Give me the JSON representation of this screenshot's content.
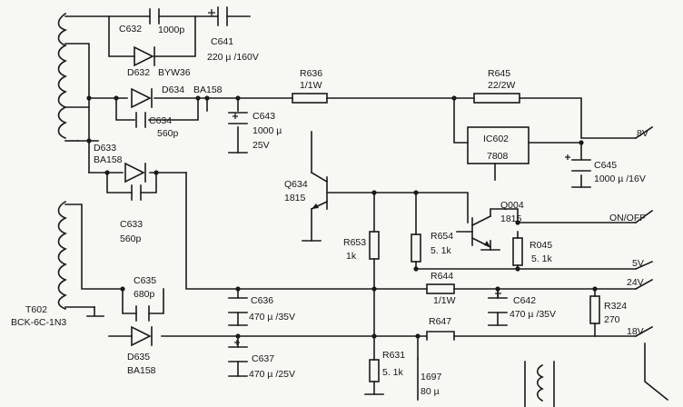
{
  "components": {
    "c632": {
      "ref": "C632",
      "value": "1000p"
    },
    "c641": {
      "ref": "C641",
      "value": "220 µ /160V"
    },
    "d632": {
      "ref": "D632",
      "value": "BYW36"
    },
    "d634": {
      "ref": "D634",
      "value": "BA158"
    },
    "c634": {
      "ref": "C634",
      "value": "560p"
    },
    "d633": {
      "ref": "D633",
      "value": "BA158"
    },
    "c633": {
      "ref": "C633",
      "value": "560p"
    },
    "r636": {
      "ref": "R636",
      "value": "1/1W"
    },
    "c643": {
      "ref": "C643",
      "value": "1000 µ",
      "voltage": "25V"
    },
    "r645": {
      "ref": "R645",
      "value": "22/2W"
    },
    "ic602": {
      "ref": "IC602",
      "value": "7808"
    },
    "c645": {
      "ref": "C645",
      "value": "1000 µ /16V"
    },
    "q634": {
      "ref": "Q634",
      "value": "1815"
    },
    "q004": {
      "ref": "Q004",
      "value": "1815"
    },
    "r653": {
      "ref": "R653",
      "value": "1k"
    },
    "r654": {
      "ref": "R654",
      "value": "5. 1k"
    },
    "r045": {
      "ref": "R045",
      "value": "5. 1k"
    },
    "r644": {
      "ref": "R644",
      "value": "1/1W"
    },
    "c642": {
      "ref": "C642",
      "value": "470 µ /35V"
    },
    "r324": {
      "ref": "R324",
      "value": "270"
    },
    "c635": {
      "ref": "C635",
      "value": "680p"
    },
    "c636": {
      "ref": "C636",
      "value": "470 µ /35V"
    },
    "r647": {
      "ref": "R647"
    },
    "d635": {
      "ref": "D635",
      "value": "BA158"
    },
    "c637": {
      "ref": "C637",
      "value": "470 µ /25V"
    },
    "r631": {
      "ref": "R631",
      "value": "5. 1k"
    },
    "l697": {
      "ref": "1697",
      "value": "80 µ"
    },
    "t602": {
      "ref": "T602",
      "value": "BCK-6C-1N3"
    }
  },
  "outputs": {
    "v8": "8V",
    "on_off": "ON/OFF",
    "v5": "5V",
    "v24": "24V",
    "v18": "18V"
  }
}
